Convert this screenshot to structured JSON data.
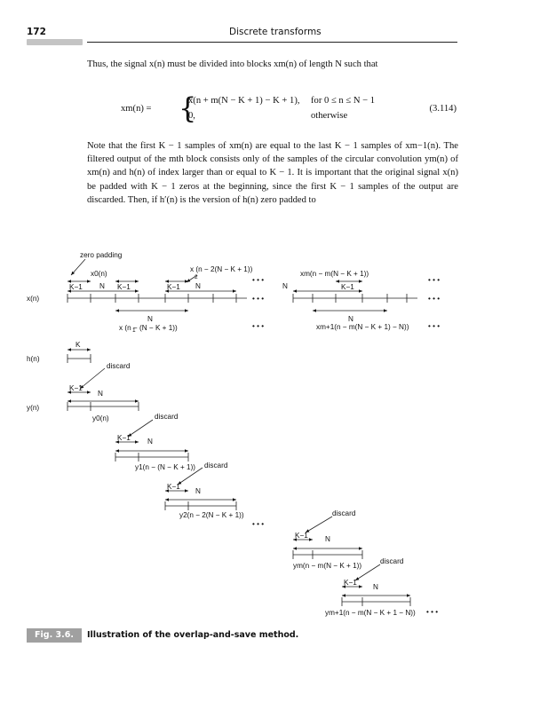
{
  "header": {
    "page_number": "172",
    "running_title": "Discrete transforms"
  },
  "para1": "Thus, the signal x(n) must be divided into blocks xm(n) of length N such that",
  "equation": {
    "lhs": "xm(n) =",
    "case1_value": "x(n + m(N − K + 1) − K + 1),",
    "case1_cond": "for 0 ≤ n ≤ N − 1",
    "case2_value": "0,",
    "case2_cond": "otherwise",
    "number": "(3.114)"
  },
  "para2": "Note that the first K − 1 samples of xm(n) are equal to the last K − 1 samples of xm−1(n). The filtered output of the mth block consists only of the samples of the circular convolution ym(n) of xm(n) and h(n) of index larger than or equal to K − 1. It is important that the original signal x(n) be padded with K − 1 zeros at the beginning, since the first K − 1 samples of the output are discarded. Then, if h′(n) is the version of h(n) zero padded to",
  "figure": {
    "zero_padding": "zero padding",
    "x0": "x0(n)",
    "x2": "x (n − 2(N − K + 1))",
    "x2_sub": "2",
    "xm": "xm(n − m(N − K + 1))",
    "x1": "x (n − (N − K + 1))",
    "x1_sub": "1",
    "xm1": "xm+1(n − m(N − K + 1) − N))",
    "xn": "x(n)",
    "hn": "h(n)",
    "yn": "y(n)",
    "K": "K",
    "K1": "K−1",
    "N": "N",
    "discard": "discard",
    "dots": "• • •",
    "y0": "y0(n)",
    "y1": "y1(n − (N − K + 1))",
    "y2": "y2(n − 2(N − K + 1))",
    "ym": "ym(n − m(N − K + 1))",
    "ym1": "ym+1(n − m(N − K + 1 − N))"
  },
  "caption": {
    "label": "Fig. 3.6.",
    "text": "Illustration of the overlap-and-save method."
  }
}
